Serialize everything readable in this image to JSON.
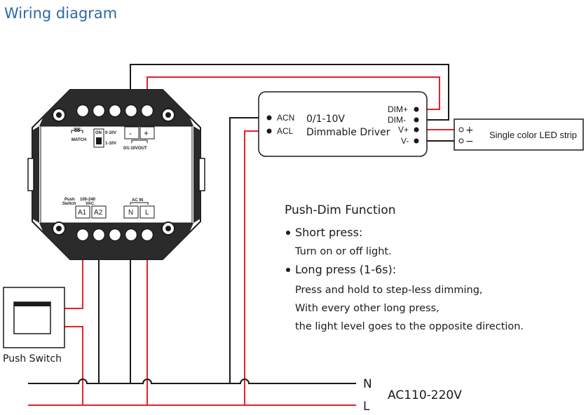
{
  "title": "Wiring diagram",
  "controller": {
    "match_label": "MATCH",
    "switch_on": "ON",
    "switch_a": "0-10V",
    "switch_b": "1-10V",
    "out_minus": "-",
    "out_plus": "+",
    "out_label": "0/1-10VOUT",
    "push_label_1": "Push",
    "push_label_2": "Switch",
    "vac_label_1": "100-240",
    "vac_label_2": "VAC",
    "terminal_a1": "A1",
    "terminal_a2": "A2",
    "acin_label": "AC IN",
    "terminal_n": "N",
    "terminal_l": "L"
  },
  "driver": {
    "acn": "ACN",
    "acl": "ACL",
    "name_1": "0/1-10V",
    "name_2": "Dimmable Driver",
    "dim_plus": "DIM+",
    "dim_minus": "DIM-",
    "v_plus": "V+",
    "v_minus": "V-"
  },
  "led_strip": {
    "label": "Single color LED strip",
    "plus": "+",
    "minus": "−"
  },
  "push_switch": {
    "label": "Push Switch"
  },
  "push_dim": {
    "heading": "Push-Dim Function",
    "short_title": "Short press:",
    "short_desc": "Turn on or off light.",
    "long_title": "Long press (1-6s):",
    "long_desc_1": "Press and hold to step-less dimming,",
    "long_desc_2": "With every other long press,",
    "long_desc_3": "the light level goes to the opposite direction."
  },
  "mains": {
    "n": "N",
    "l": "L",
    "voltage": "AC110-220V"
  },
  "colors": {
    "live": "#e8202a",
    "neutral": "#1a1a1a",
    "title": "#2a6aa8"
  }
}
